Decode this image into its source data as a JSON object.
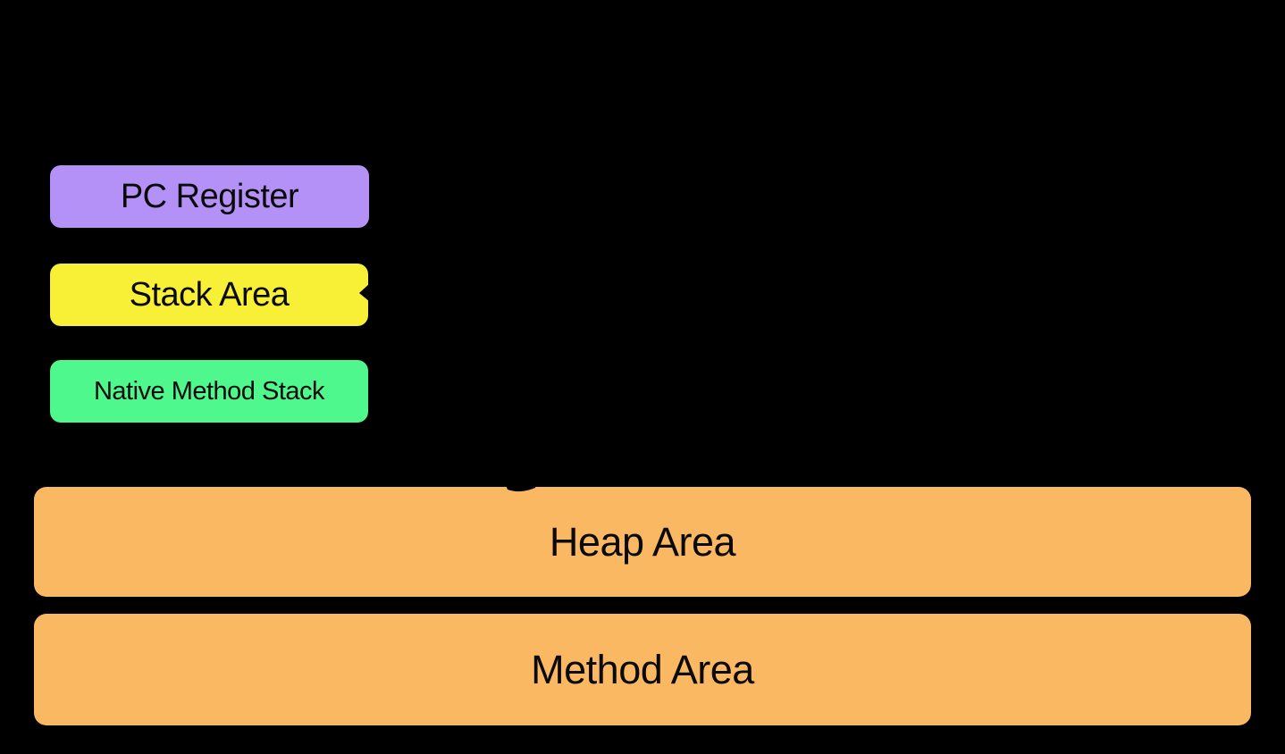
{
  "canvas": {
    "background_color": "#000000",
    "text_color": "#0a0a0a"
  },
  "boxes": {
    "pc_register": {
      "label": "PC Register",
      "fill": "#B491F7"
    },
    "stack_area": {
      "label": "Stack Area",
      "fill": "#F8EF37"
    },
    "native_method_stack": {
      "label": "Native Method Stack",
      "fill": "#4EF88C"
    },
    "heap_area": {
      "label": "Heap Area",
      "fill": "#FBB862"
    },
    "method_area": {
      "label": "Method Area",
      "fill": "#FBB862"
    }
  }
}
